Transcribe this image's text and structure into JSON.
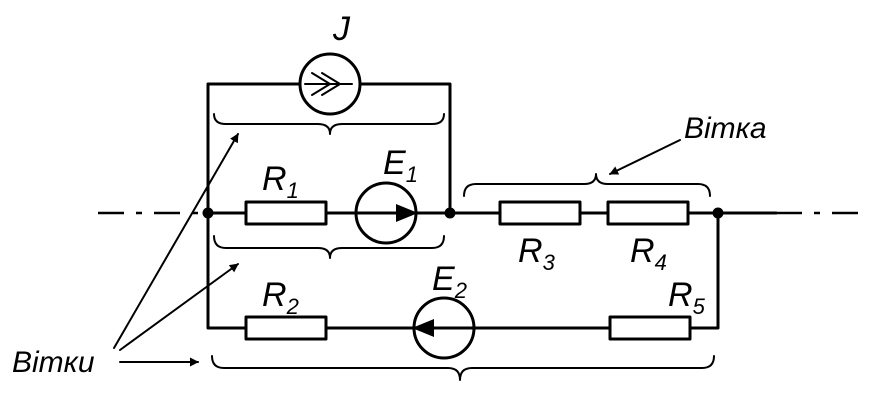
{
  "labels": {
    "J": "J",
    "R1": {
      "main": "R",
      "sub": "1"
    },
    "R2": {
      "main": "R",
      "sub": "2"
    },
    "R3": {
      "main": "R",
      "sub": "3"
    },
    "R4": {
      "main": "R",
      "sub": "4"
    },
    "R5": {
      "main": "R",
      "sub": "5"
    },
    "E1": {
      "main": "E",
      "sub": "1"
    },
    "E2": {
      "main": "E",
      "sub": "2"
    },
    "branch_single": "Вітка",
    "branch_plural": "Вітки"
  }
}
